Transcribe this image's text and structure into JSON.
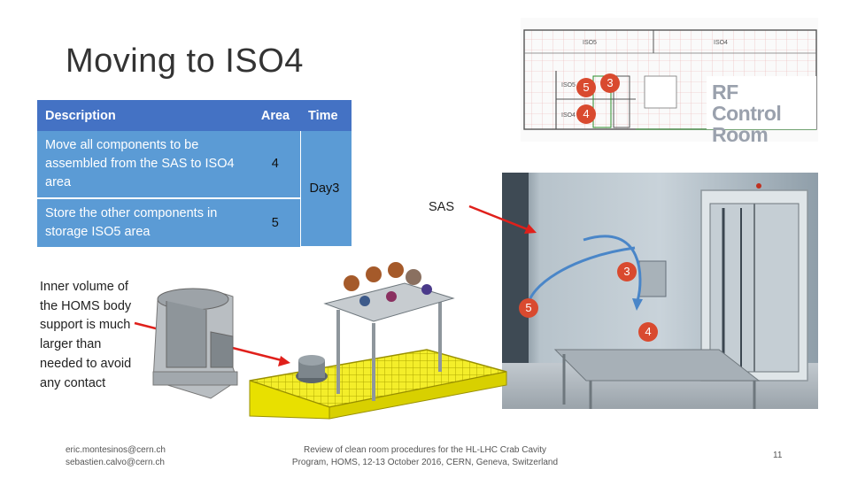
{
  "slide": {
    "title": "Moving to ISO4",
    "page_number": "11"
  },
  "table": {
    "headers": {
      "description": "Description",
      "area": "Area",
      "time": "Time"
    },
    "rows": [
      {
        "description": "Move all components to be assembled from the SAS to ISO4 area",
        "area": "4"
      },
      {
        "description": "Store the other components in storage ISO5 area",
        "area": "5"
      }
    ],
    "time_value": "Day3"
  },
  "floor_plan": {
    "room_label": "RF Control Room",
    "zone_labels": [
      "ISO5",
      "ISO4",
      "ISO5",
      "ISO4"
    ],
    "markers": [
      "5",
      "3",
      "4"
    ]
  },
  "photo": {
    "sas_label": "SAS",
    "markers": [
      "3",
      "5",
      "4"
    ]
  },
  "note": {
    "inner_volume": "Inner volume of the HOMS body support is much larger than needed to avoid any contact"
  },
  "footer": {
    "email_1": "eric.montesinos@cern.ch",
    "email_2": "sebastien.calvo@cern.ch",
    "event_line_1": "Review of clean room procedures for the HL-LHC Crab Cavity",
    "event_line_2": "Program, HOMS, 12-13 October 2016, CERN, Geneva, Switzerland"
  },
  "colors": {
    "table_header": "#4472c4",
    "table_body": "#5b9bd5",
    "marker": "#d94a2f",
    "arrow_red": "#e0201b",
    "arrow_blue": "#4a86c8",
    "frame_yellow": "#e8e000"
  }
}
